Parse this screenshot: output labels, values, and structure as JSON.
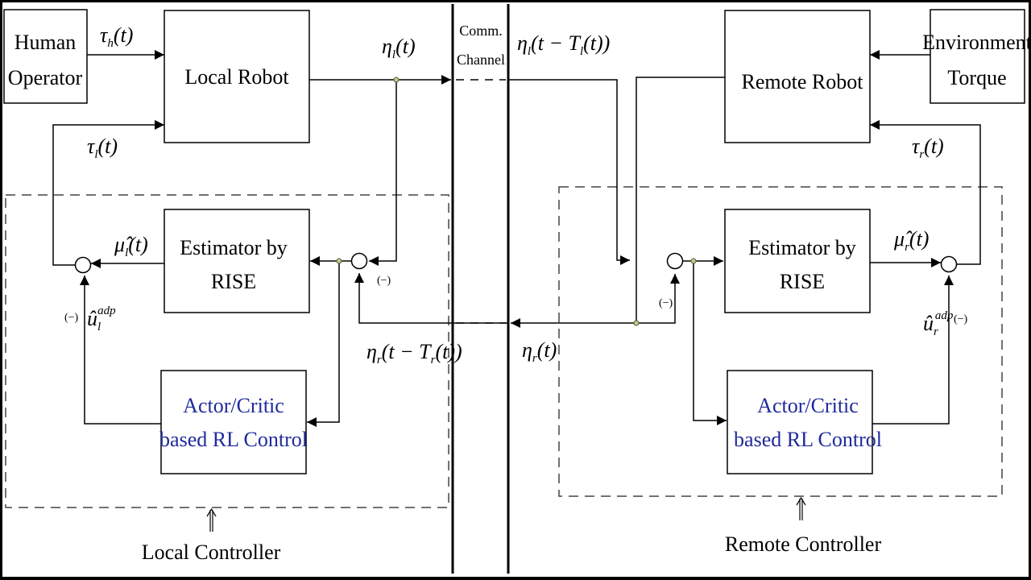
{
  "blocks": {
    "human_operator": [
      "Human",
      "Operator"
    ],
    "local_robot": "Local Robot",
    "local_estimator": [
      "Estimator by",
      "RISE"
    ],
    "local_rl": [
      "Actor/Critic",
      "based RL Control"
    ],
    "remote_robot": "Remote Robot",
    "environment": [
      "Environment",
      "Torque"
    ],
    "remote_estimator": [
      "Estimator by",
      "RISE"
    ],
    "remote_rl": [
      "Actor/Critic",
      "based RL Control"
    ]
  },
  "channel": [
    "Comm.",
    "Channel"
  ],
  "captions": {
    "local_controller": "Local Controller",
    "remote_controller": "Remote Controller"
  },
  "signals": {
    "tau_h": {
      "base": "τ",
      "sub": "h",
      "arg": "(t)"
    },
    "tau_l": {
      "base": "τ",
      "sub": "l",
      "arg": "(t)"
    },
    "eta_l": {
      "base": "η",
      "sub": "l",
      "arg": "(t)"
    },
    "eta_l_delayed": {
      "base": "η",
      "sub": "l",
      "arg": "(t − T",
      "arg_sub": "l",
      "arg_end": "(t))"
    },
    "tau_r": {
      "base": "τ",
      "sub": "r",
      "arg": "(t)"
    },
    "mu_l": {
      "base": "μ̂",
      "sub": "l",
      "arg": "(t)"
    },
    "mu_r": {
      "base": "μ̂",
      "sub": "r",
      "arg": "(t)"
    },
    "u_l": {
      "base": "û",
      "sub": "l",
      "sup": "adp"
    },
    "u_r": {
      "base": "û",
      "sub": "r",
      "sup": "adp"
    },
    "eta_r_delayed": {
      "base": "η",
      "sub": "r",
      "arg": "(t − T",
      "arg_sub": "r",
      "arg_end": "(t))"
    },
    "eta_r": {
      "base": "η",
      "sub": "r",
      "arg": "(t)"
    },
    "minus": "(−)"
  }
}
